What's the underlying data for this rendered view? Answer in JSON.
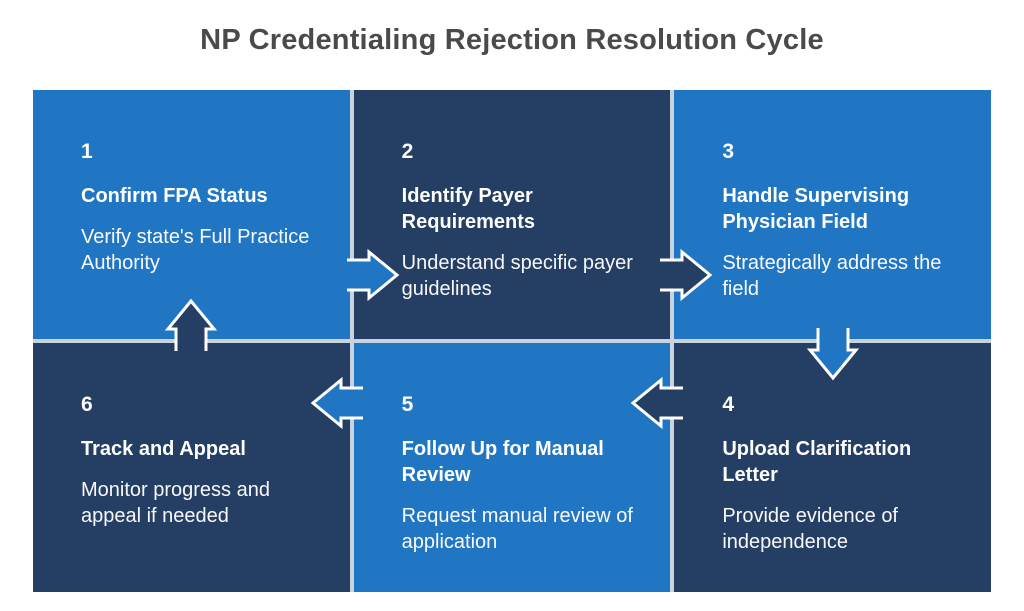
{
  "title": "NP Credentialing Rejection Resolution Cycle",
  "colors": {
    "page_background": "#FFFFFF",
    "panel_light": "#2176C4",
    "panel_dark": "#243E64",
    "grid_line": "#C8D3DF",
    "outer_border": "#FFFFFF",
    "title_text": "#4A4A4A",
    "step_text": "#FFFFFF",
    "arrow_outline": "#FFFFFF"
  },
  "steps": [
    {
      "number": "1",
      "title": "Confirm FPA Status",
      "description": "Verify state's Full Practice Authority",
      "tone": "light"
    },
    {
      "number": "2",
      "title": "Identify Payer Requirements",
      "description": "Understand specific payer guidelines",
      "tone": "dark"
    },
    {
      "number": "3",
      "title": "Handle Supervising Physician Field",
      "description": "Strategically address the field",
      "tone": "light"
    },
    {
      "number": "4",
      "title": "Upload Clarification Letter",
      "description": "Provide evidence of independence",
      "tone": "dark"
    },
    {
      "number": "5",
      "title": "Follow Up for Manual Review",
      "description": "Request manual review of application",
      "tone": "light"
    },
    {
      "number": "6",
      "title": "Track and Appeal",
      "description": "Monitor progress and appeal if needed",
      "tone": "dark"
    }
  ],
  "arrows": [
    {
      "from": "1",
      "to": "2",
      "direction": "right"
    },
    {
      "from": "2",
      "to": "3",
      "direction": "right"
    },
    {
      "from": "3",
      "to": "4",
      "direction": "down"
    },
    {
      "from": "4",
      "to": "5",
      "direction": "left"
    },
    {
      "from": "5",
      "to": "6",
      "direction": "left"
    },
    {
      "from": "6",
      "to": "1",
      "direction": "up"
    }
  ]
}
